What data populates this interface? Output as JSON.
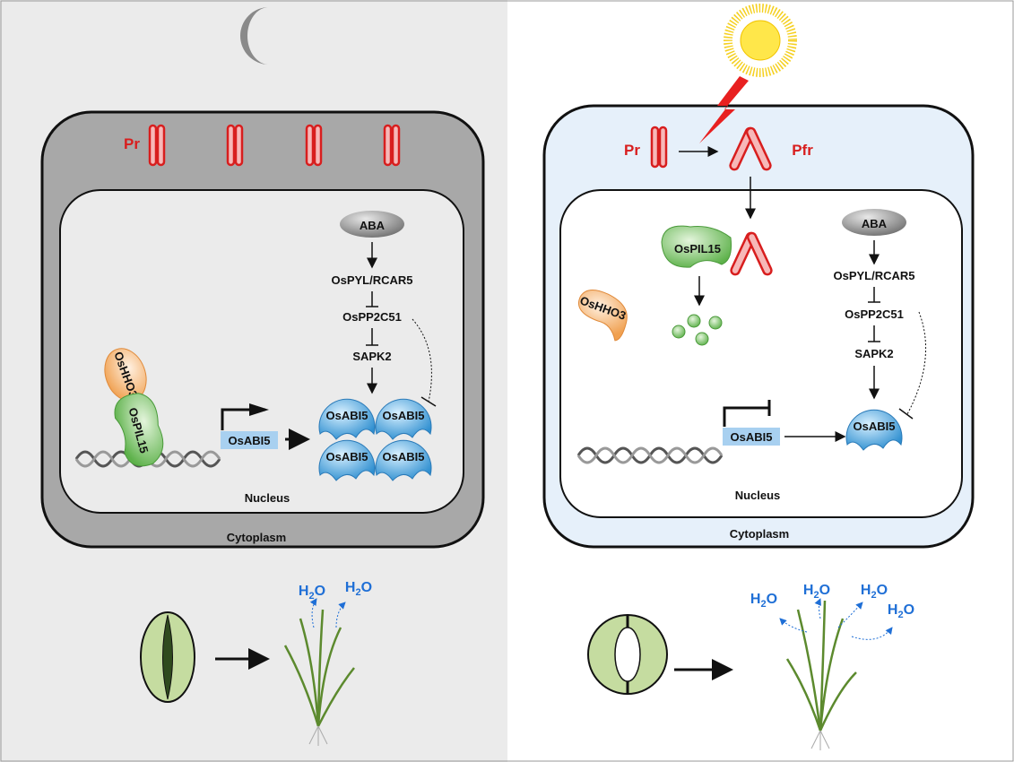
{
  "panels": {
    "dark": {
      "condition_icon": "moon-icon",
      "background": "#ebebeb",
      "cell_color": "#a8a8a8",
      "pr_label": "Pr",
      "aba": "ABA",
      "pathway": [
        "OsPYL/RCAR5",
        "OsPP2C51",
        "SAPK2"
      ],
      "hho3": "OsHHO3",
      "pil15": "OsPIL15",
      "gene": "OsABI5",
      "abi5_proteins": [
        "OsABI5",
        "OsABI5",
        "OsABI5",
        "OsABI5"
      ],
      "nucleus": "Nucleus",
      "cytoplasm": "Cytoplasm",
      "water": [
        "H2O",
        "H2O"
      ]
    },
    "light": {
      "condition_icon": "sun-icon",
      "background": "#ffffff",
      "cell_color": "#e6f0fa",
      "pr_label": "Pr",
      "pfr_label": "Pfr",
      "aba": "ABA",
      "pathway": [
        "OsPYL/RCAR5",
        "OsPP2C51",
        "SAPK2"
      ],
      "hho3": "OsHHO3",
      "pil15": "OsPIL15",
      "gene": "OsABI5",
      "abi5_proteins": [
        "OsABI5"
      ],
      "nucleus": "Nucleus",
      "cytoplasm": "Cytoplasm",
      "water": [
        "H2O",
        "H2O",
        "H2O",
        "H2O"
      ]
    }
  },
  "colors": {
    "phytochrome": "#d81e1e",
    "pil15": "#6cbf5a",
    "hho3": "#f2a45a",
    "abi5": "#3a9ad6",
    "gene_box": "#a8d0f0",
    "water": "#1f6fd6"
  }
}
